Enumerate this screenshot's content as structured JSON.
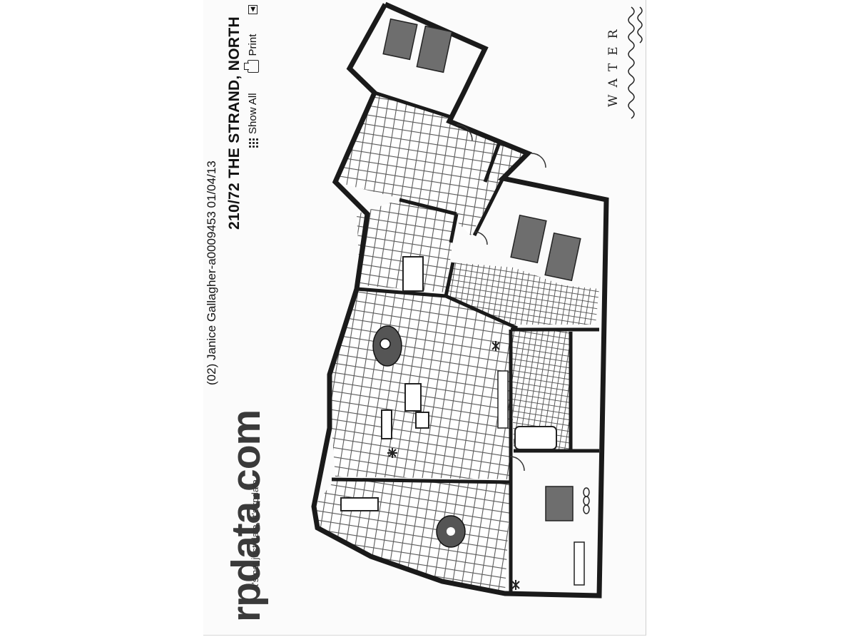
{
  "document": {
    "contact_line": "(02) Janice Gallagher-a0009453 01/04/13",
    "address": "210/72 THE STRAND, NORTH",
    "toolbar": {
      "show_all_label": "Show All",
      "print_label": "Print",
      "back_icon": "triangle-left-icon"
    },
    "brand": {
      "logo_text": "rpdata.com",
      "tagline": "It's not just data, it's rpdata"
    },
    "water_label": "WATER",
    "colors": {
      "ink": "#1a1a1a",
      "tile": "#555555",
      "bed": "#6e6e6e",
      "logo": "#3a3a3a"
    }
  }
}
